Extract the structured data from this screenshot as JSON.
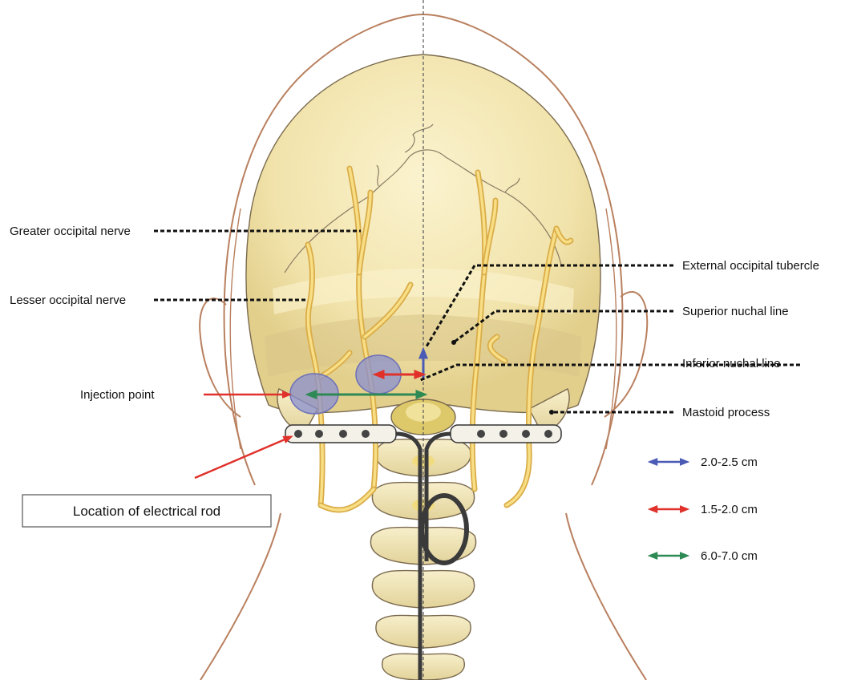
{
  "labels": {
    "greater_occipital_nerve": "Greater occipital nerve",
    "lesser_occipital_nerve": "Lesser occipital nerve",
    "injection_point": "Injection point",
    "location_of_electrical_rod": "Location of electrical rod",
    "external_occipital_tubercle": "External occipital tubercle",
    "superior_nuchal_line": "Superior nuchal line",
    "inferior_nuchal_line": "Inferior nuchal line",
    "mastoid_process": "Mastoid process"
  },
  "legend": [
    {
      "key": "blue",
      "color": "#4b5bb5",
      "text": "2.0-2.5 cm"
    },
    {
      "key": "red",
      "color": "#e0312b",
      "text": "1.5-2.0 cm"
    },
    {
      "key": "green",
      "color": "#2d8a55",
      "text": "6.0-7.0 cm"
    }
  ],
  "colors": {
    "skull": "#f3e7b6",
    "skull_shadow": "#d8c588",
    "skin_outline": "#b9805f",
    "nerve": "#f2d175",
    "injection_circle": "#8a8fd0",
    "electrode": "#f4f1e8",
    "red_arrow": "#e0312b"
  },
  "icons": {
    "electrode_lead": "implanted-electrode-lead",
    "injection_target": "injection-circle"
  }
}
